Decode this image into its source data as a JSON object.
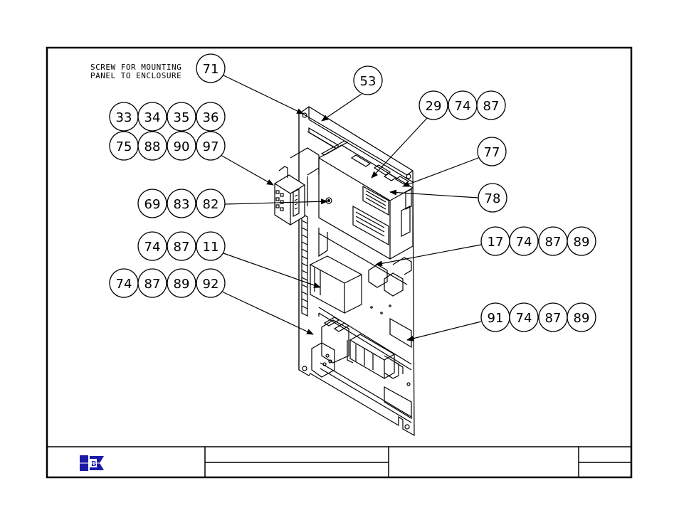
{
  "note": {
    "line1": "SCREW FOR MOUNTING",
    "line2": "PANEL TO ENCLOSURE"
  },
  "balloons": [
    {
      "id": "b71a",
      "label": "71"
    },
    {
      "id": "b53",
      "label": "53"
    },
    {
      "id": "b29",
      "label": "29"
    },
    {
      "id": "b74a",
      "label": "74"
    },
    {
      "id": "b87a",
      "label": "87"
    },
    {
      "id": "b33",
      "label": "33"
    },
    {
      "id": "b34",
      "label": "34"
    },
    {
      "id": "b35",
      "label": "35"
    },
    {
      "id": "b36",
      "label": "36"
    },
    {
      "id": "b75",
      "label": "75"
    },
    {
      "id": "b88",
      "label": "88"
    },
    {
      "id": "b90",
      "label": "90"
    },
    {
      "id": "b97",
      "label": "97"
    },
    {
      "id": "b77",
      "label": "77"
    },
    {
      "id": "b69",
      "label": "69"
    },
    {
      "id": "b83",
      "label": "83"
    },
    {
      "id": "b82",
      "label": "82"
    },
    {
      "id": "b78",
      "label": "78"
    },
    {
      "id": "b74b",
      "label": "74"
    },
    {
      "id": "b87b",
      "label": "87"
    },
    {
      "id": "b11",
      "label": "11"
    },
    {
      "id": "b17",
      "label": "17"
    },
    {
      "id": "b74c",
      "label": "74"
    },
    {
      "id": "b87c",
      "label": "87"
    },
    {
      "id": "b89a",
      "label": "89"
    },
    {
      "id": "b74d",
      "label": "74"
    },
    {
      "id": "b87d",
      "label": "87"
    },
    {
      "id": "b89b",
      "label": "89"
    },
    {
      "id": "b92",
      "label": "92"
    },
    {
      "id": "b91",
      "label": "91"
    },
    {
      "id": "b74e",
      "label": "74"
    },
    {
      "id": "b87e",
      "label": "87"
    },
    {
      "id": "b89c",
      "label": "89"
    }
  ],
  "colors": {
    "ink": "#000000",
    "logo_blue": "#1a1aa8"
  },
  "title_block": {
    "logo_icon": "company-logo-icon"
  }
}
